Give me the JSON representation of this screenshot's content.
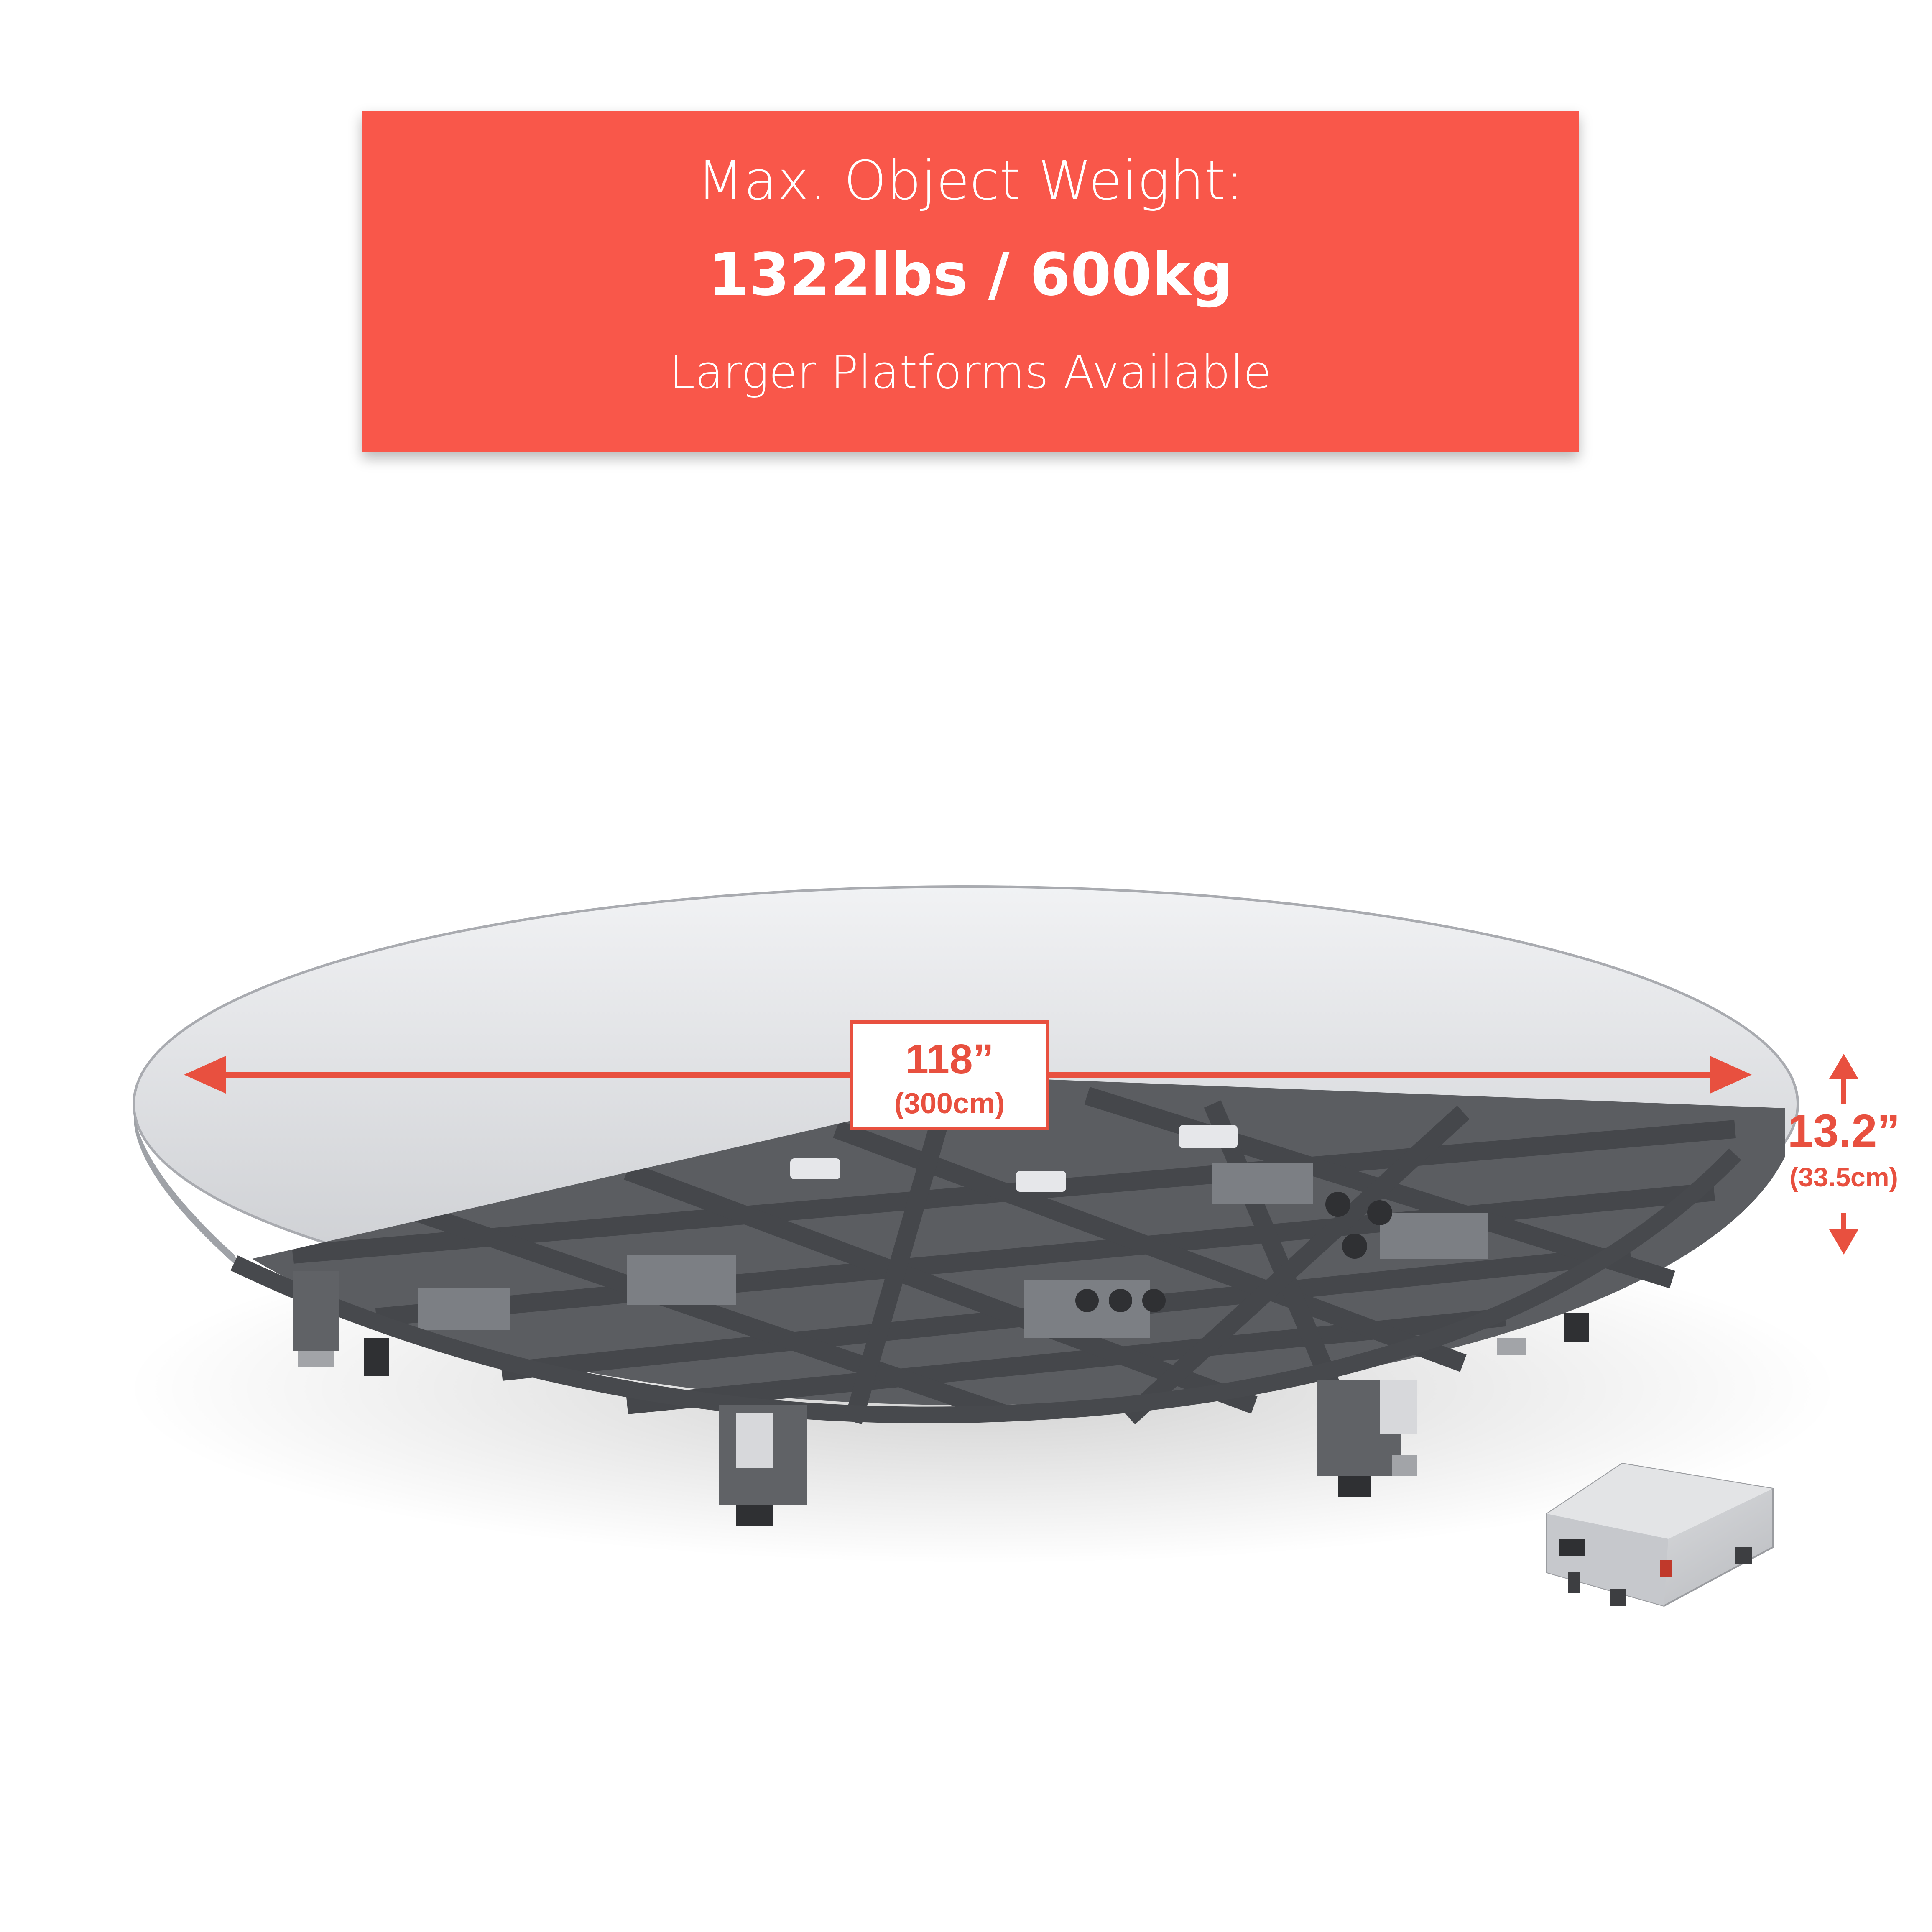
{
  "banner": {
    "line1": "Max. Object Weight:",
    "line2": "1322lbs / 600kg",
    "line3": "Larger Platforms Available",
    "color": "#f9574a"
  },
  "diameter": {
    "imperial": "118”",
    "metric": "(300cm)"
  },
  "height": {
    "imperial": "13.2”",
    "metric": "(33.5cm)"
  },
  "colors": {
    "accent": "#e8503f",
    "platform_top": "#e2e3e6",
    "frame": "#56585c"
  }
}
